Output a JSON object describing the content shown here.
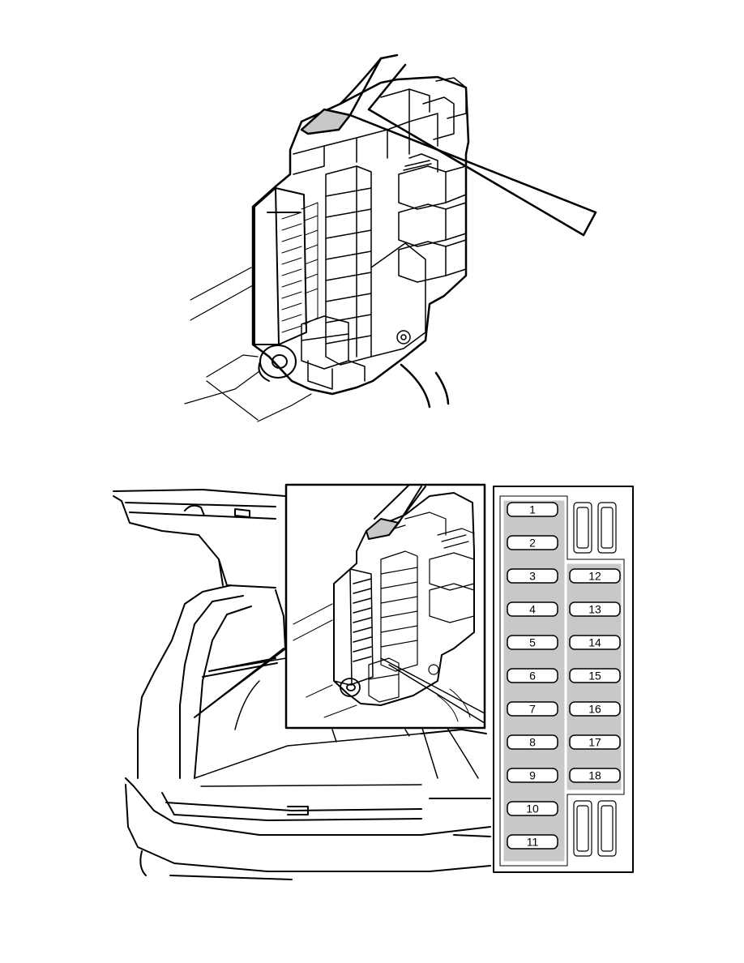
{
  "fuse_panel": {
    "left_column": [
      {
        "label": "1"
      },
      {
        "label": "2"
      },
      {
        "label": "3"
      },
      {
        "label": "4"
      },
      {
        "label": "5"
      },
      {
        "label": "6"
      },
      {
        "label": "7"
      },
      {
        "label": "8"
      },
      {
        "label": "9"
      },
      {
        "label": "10"
      },
      {
        "label": "11"
      }
    ],
    "right_column": [
      {
        "label": "12"
      },
      {
        "label": "13"
      },
      {
        "label": "14"
      },
      {
        "label": "15"
      },
      {
        "label": "16"
      },
      {
        "label": "17"
      },
      {
        "label": "18"
      }
    ]
  },
  "colors": {
    "line": "#000000",
    "fuse_fill": "#ffffff",
    "panel_shade": "#c8c8c8",
    "background": "#ffffff"
  }
}
